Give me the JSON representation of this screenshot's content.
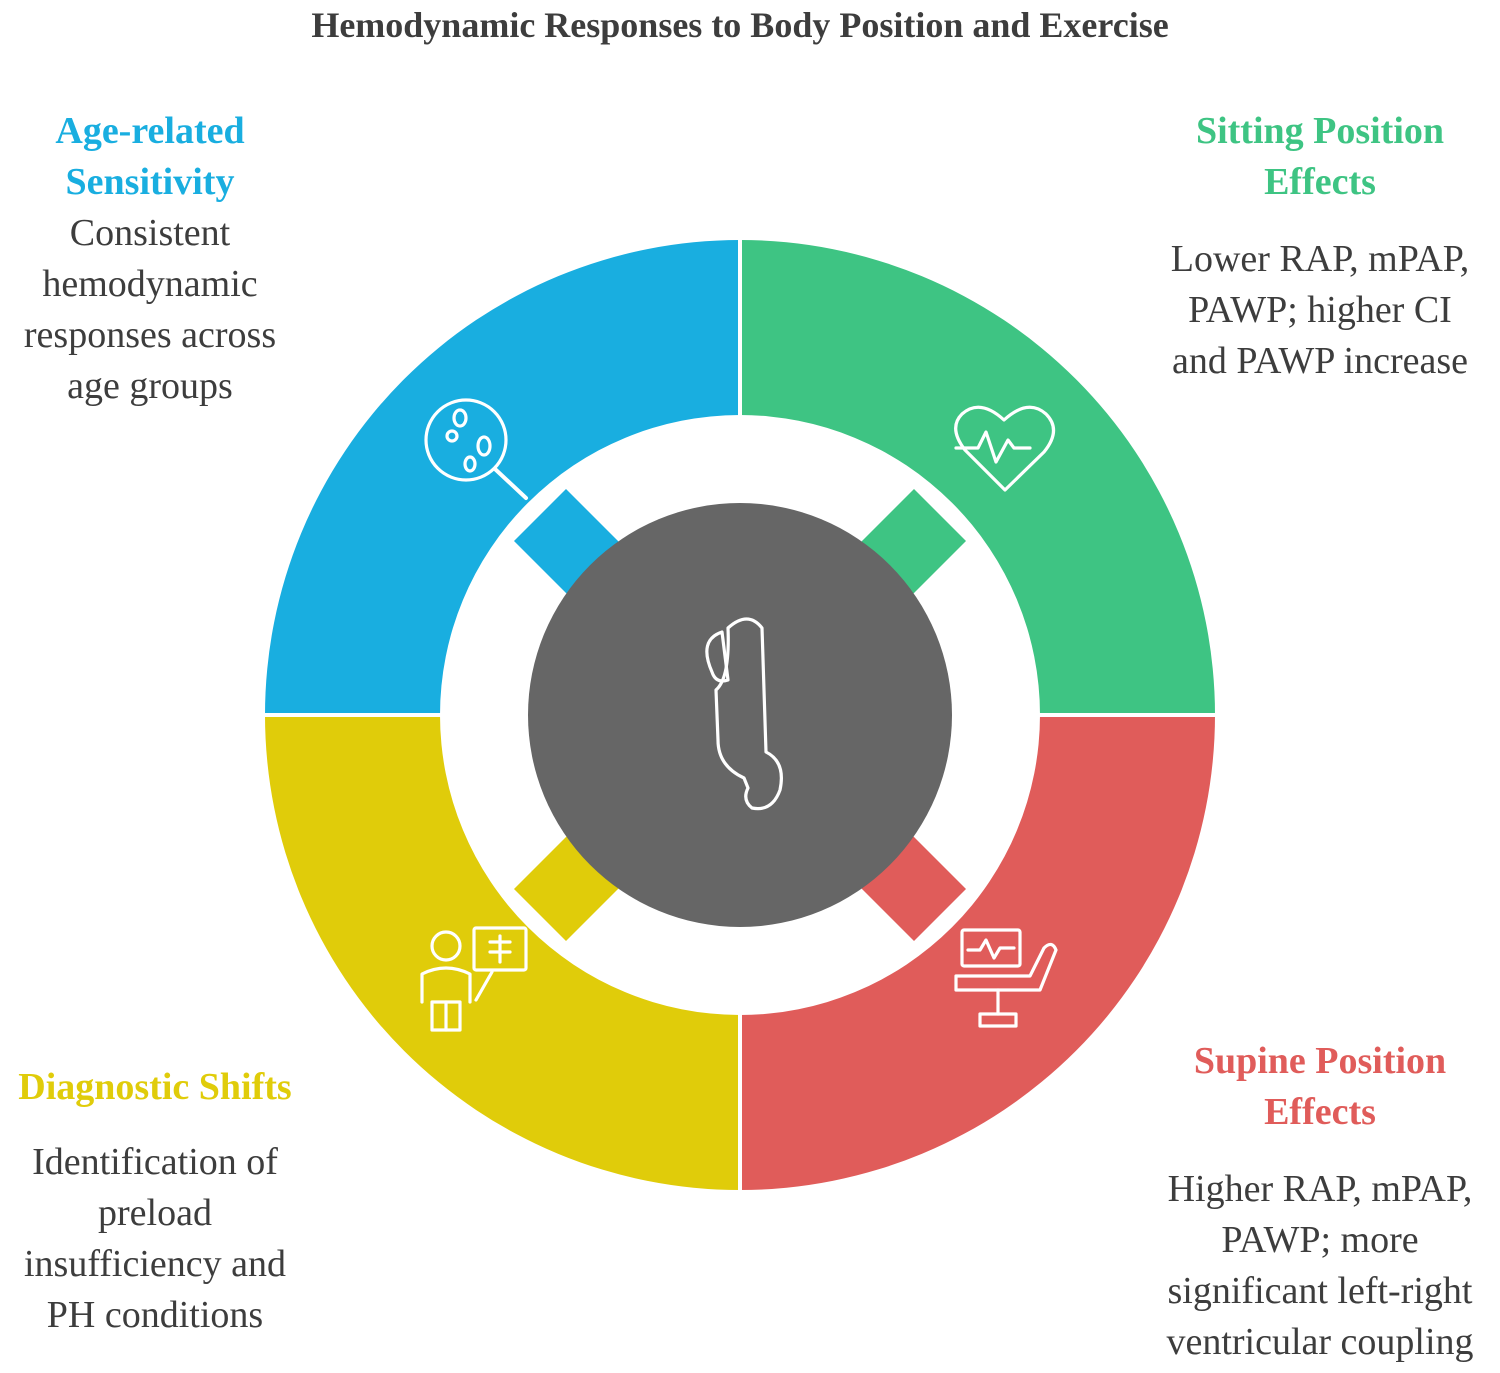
{
  "title": "Hemodynamic Responses to Body Position and Exercise",
  "colors": {
    "age": "#19aee0",
    "sitting": "#3ec483",
    "supine": "#e05c5a",
    "diagnostic": "#e0cc0a",
    "center": "#666666",
    "text": "#3d3d3d"
  },
  "segments": {
    "age": {
      "heading_lines": [
        "Age-related",
        "Sensitivity"
      ],
      "body_lines": [
        "Consistent",
        "hemodynamic",
        "responses across",
        "age groups"
      ],
      "icon": "magnifier-icon"
    },
    "sitting": {
      "heading_lines": [
        "Sitting Position",
        "Effects"
      ],
      "body_lines": [
        "Lower RAP, mPAP,",
        "PAWP; higher CI",
        "and PAWP increase"
      ],
      "icon": "heart-pulse-icon"
    },
    "supine": {
      "heading_lines": [
        "Supine Position",
        "Effects"
      ],
      "body_lines": [
        "Higher RAP, mPAP,",
        "PAWP; more",
        "significant left-right",
        "ventricular coupling"
      ],
      "icon": "medical-chair-monitor-icon"
    },
    "diagnostic": {
      "heading_lines": [
        "Diagnostic Shifts"
      ],
      "body_lines": [
        "Identification of",
        "preload",
        "insufficiency and",
        "PH conditions"
      ],
      "icon": "doctor-xray-icon"
    }
  },
  "center_icon": "lying-body-icon"
}
